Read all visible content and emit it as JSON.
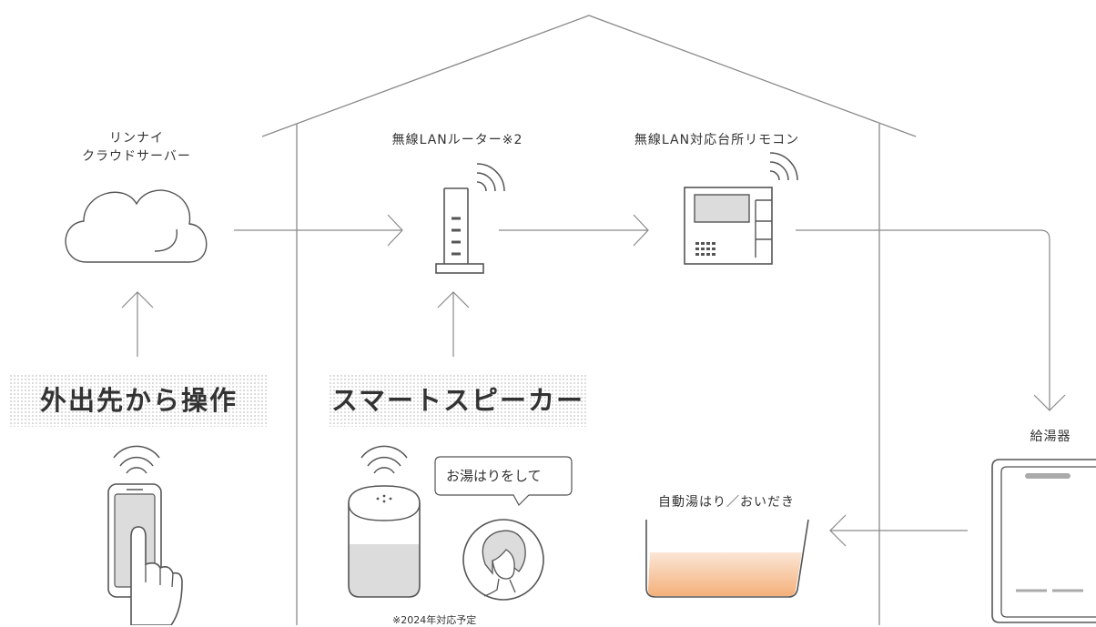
{
  "labels": {
    "cloud_line1": "リンナイ",
    "cloud_line2": "クラウドサーバー",
    "router": "無線LANルーター※2",
    "remote": "無線LAN対応台所リモコン",
    "water_heater": "給湯器",
    "bath": "自動湯はり／おいだき"
  },
  "badges": {
    "outside": "外出先から操作",
    "speaker": "スマートスピーカー"
  },
  "speech_bubble": "お湯はりをして",
  "footnote": "※2024年対応予定",
  "colors": {
    "line": "#8a8a8a",
    "stroke": "#555555",
    "panel_fill": "#dcdcdc",
    "bath_water_top": "#fbe6d6",
    "bath_water_bottom": "#f4b07a"
  }
}
